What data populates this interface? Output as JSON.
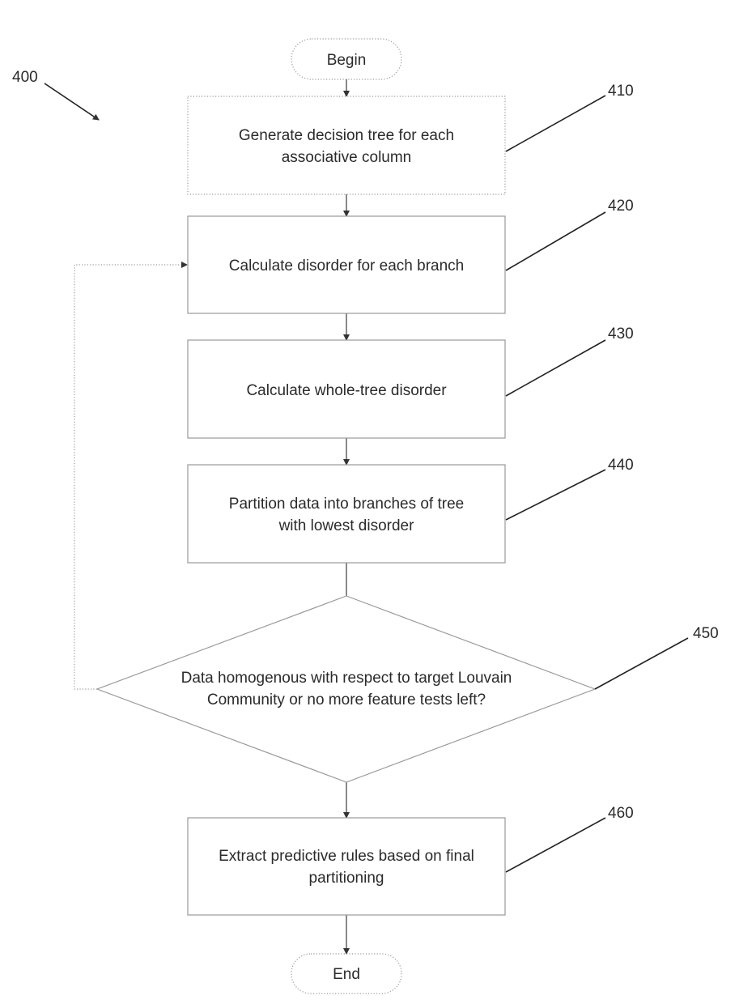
{
  "figure_ref": "400",
  "begin": {
    "label": "Begin"
  },
  "end": {
    "label": "End"
  },
  "steps": [
    {
      "ref": "410",
      "lines": [
        "Generate decision tree for each",
        "associative column"
      ]
    },
    {
      "ref": "420",
      "lines": [
        "Calculate disorder for each branch"
      ]
    },
    {
      "ref": "430",
      "lines": [
        "Calculate whole-tree disorder"
      ]
    },
    {
      "ref": "440",
      "lines": [
        "Partition data into branches of tree",
        "with lowest disorder"
      ]
    }
  ],
  "decision": {
    "ref": "450",
    "lines": [
      "Data homogenous with respect to target Louvain",
      "Community or no more feature tests left?"
    ]
  },
  "final_step": {
    "ref": "460",
    "lines": [
      "Extract predictive rules based on final",
      "partitioning"
    ]
  }
}
